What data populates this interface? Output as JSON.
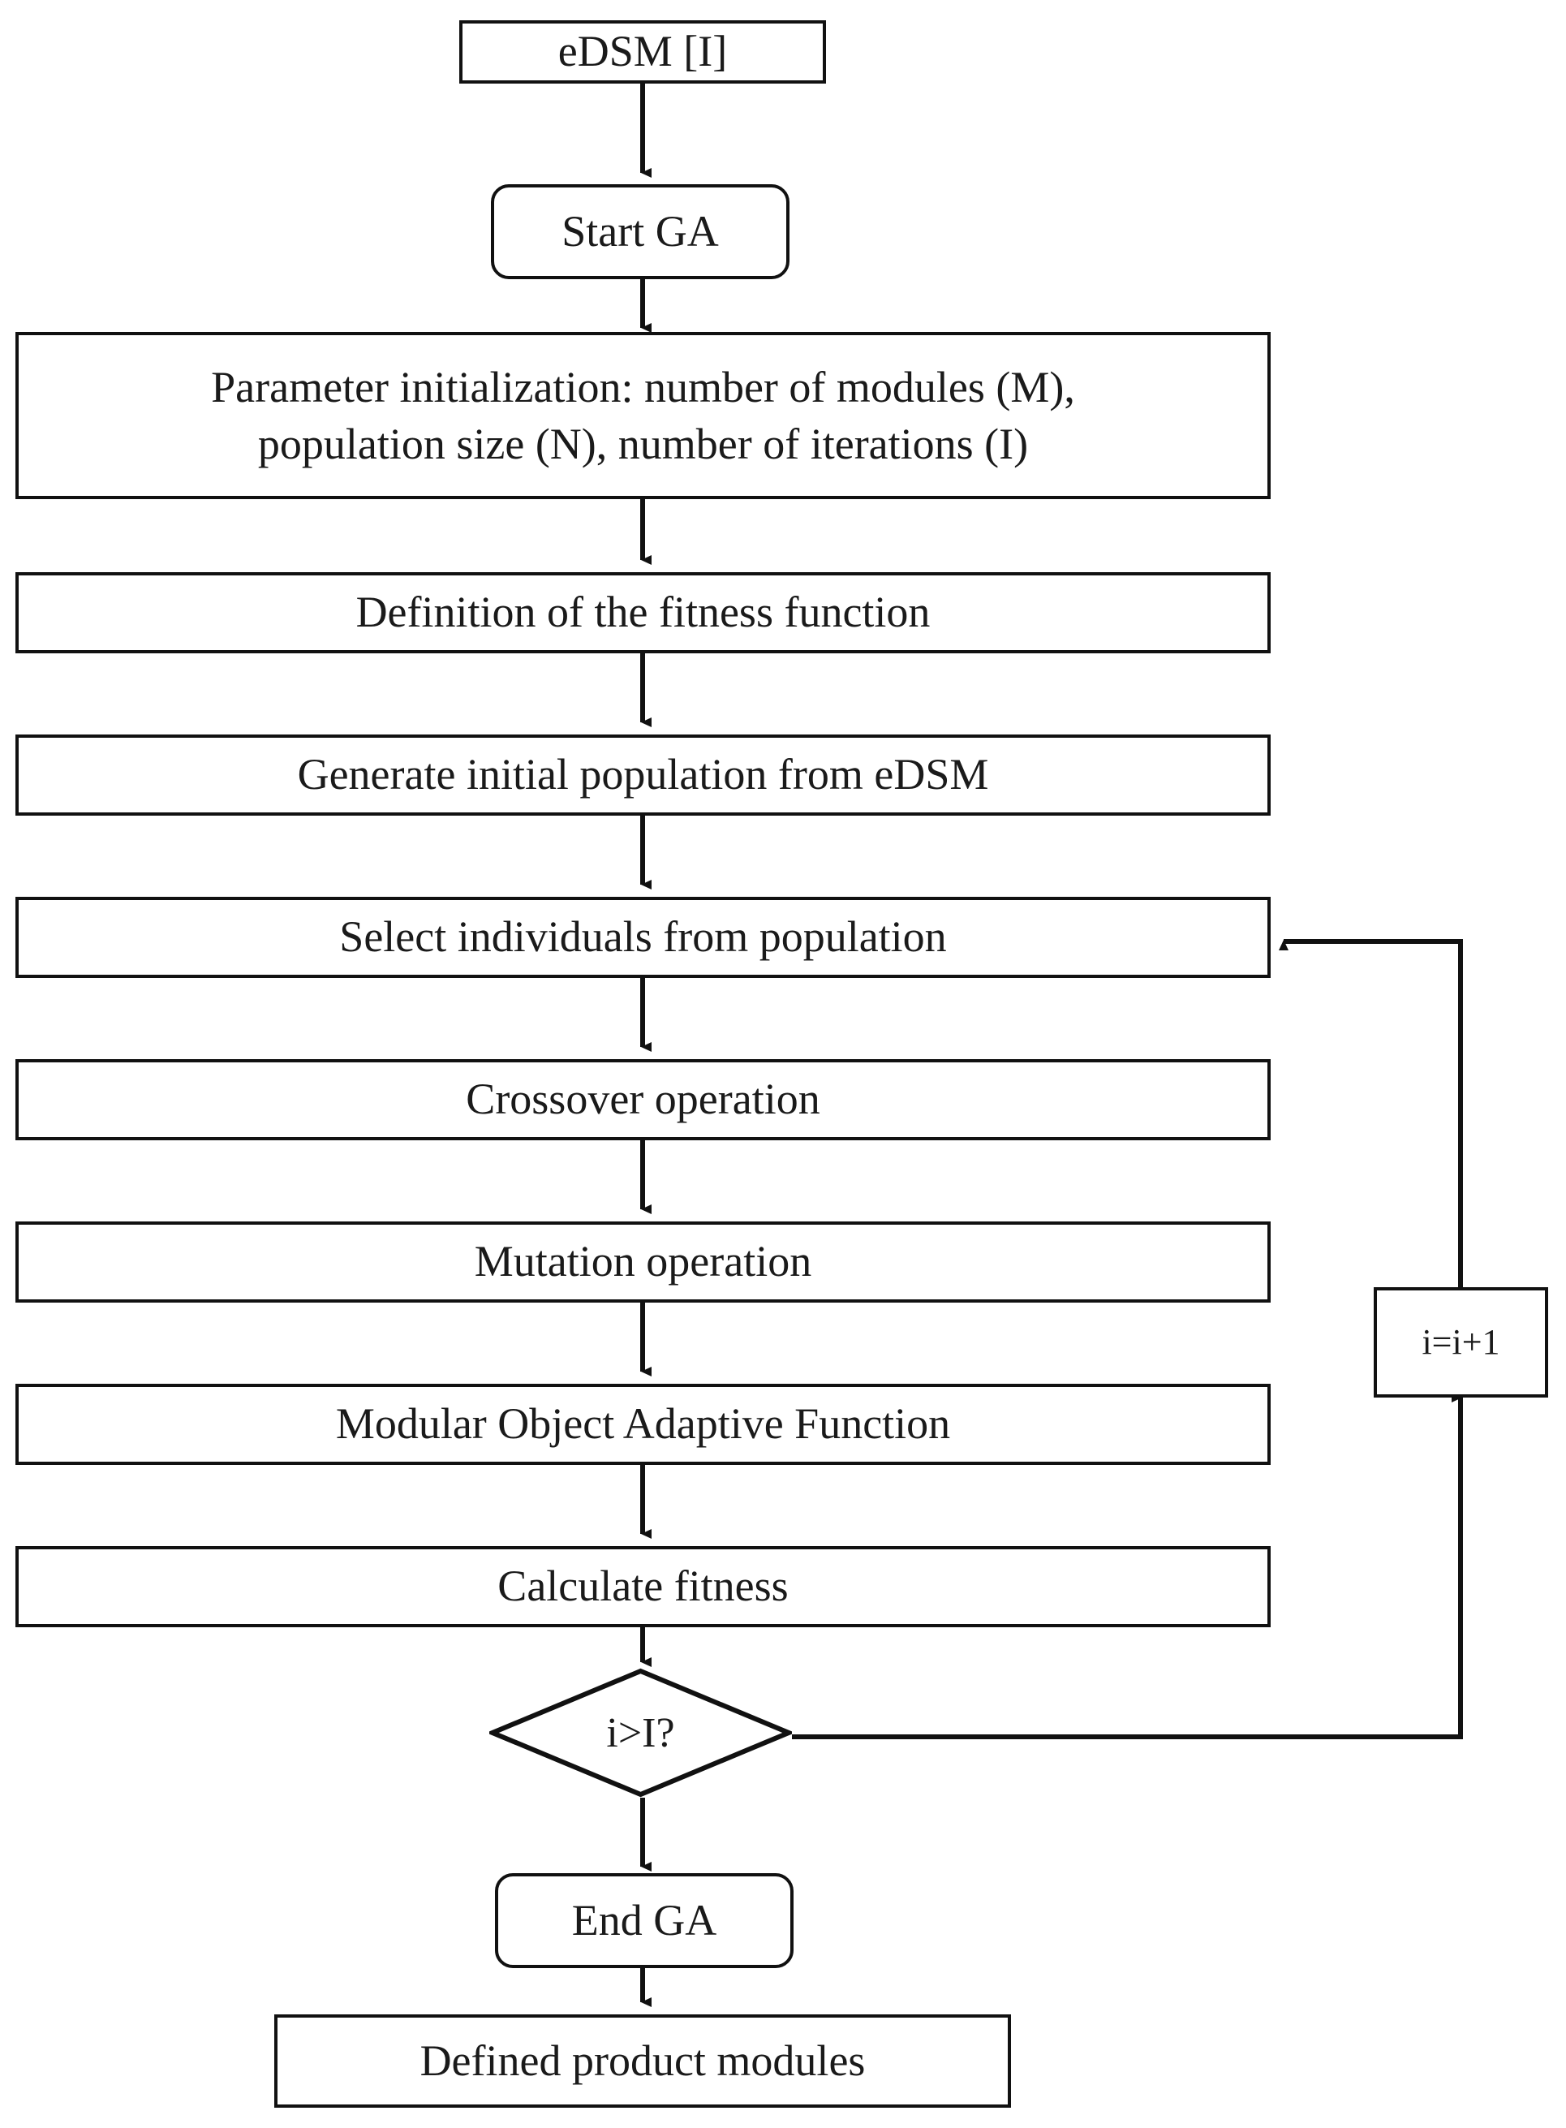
{
  "diagram": {
    "title": "Genetic Algorithm flowchart for product module definition",
    "stroke_color": "#111111",
    "fill_color": "#ffffff",
    "nodes": [
      {
        "id": "edsm",
        "label": "eDSM [I]",
        "shape": "rectangle"
      },
      {
        "id": "start_ga",
        "label": "Start GA",
        "shape": "rounded-rectangle"
      },
      {
        "id": "param_init",
        "label": "Parameter initialization: number of modules (M), population size (N), number of iterations (I)",
        "shape": "rectangle"
      },
      {
        "id": "fitness_def",
        "label": "Definition of the fitness function",
        "shape": "rectangle"
      },
      {
        "id": "gen_pop",
        "label": "Generate initial population from eDSM",
        "shape": "rectangle"
      },
      {
        "id": "select",
        "label": "Select individuals from population",
        "shape": "rectangle"
      },
      {
        "id": "crossover",
        "label": "Crossover operation",
        "shape": "rectangle"
      },
      {
        "id": "mutation",
        "label": "Mutation operation",
        "shape": "rectangle"
      },
      {
        "id": "moaf",
        "label": "Modular Object Adaptive Function",
        "shape": "rectangle"
      },
      {
        "id": "calc_fit",
        "label": "Calculate fitness",
        "shape": "rectangle"
      },
      {
        "id": "decision",
        "label": "i>I?",
        "shape": "diamond"
      },
      {
        "id": "increment",
        "label": "i=i+1",
        "shape": "rectangle"
      },
      {
        "id": "end_ga",
        "label": "End GA",
        "shape": "rounded-rectangle"
      },
      {
        "id": "result",
        "label": "Defined product modules",
        "shape": "rectangle"
      }
    ],
    "param_init_lines": [
      "Parameter initialization: number of modules (M),",
      "population size (N), number of iterations (I)"
    ],
    "edges": [
      {
        "from": "edsm",
        "to": "start_ga",
        "type": "straight-down"
      },
      {
        "from": "start_ga",
        "to": "param_init",
        "type": "straight-down"
      },
      {
        "from": "param_init",
        "to": "fitness_def",
        "type": "straight-down"
      },
      {
        "from": "fitness_def",
        "to": "gen_pop",
        "type": "straight-down"
      },
      {
        "from": "gen_pop",
        "to": "select",
        "type": "straight-down"
      },
      {
        "from": "select",
        "to": "crossover",
        "type": "straight-down"
      },
      {
        "from": "crossover",
        "to": "mutation",
        "type": "straight-down"
      },
      {
        "from": "mutation",
        "to": "moaf",
        "type": "straight-down"
      },
      {
        "from": "moaf",
        "to": "calc_fit",
        "type": "straight-down"
      },
      {
        "from": "calc_fit",
        "to": "decision",
        "type": "straight-down"
      },
      {
        "from": "decision",
        "to": "increment",
        "type": "right-then-up"
      },
      {
        "from": "increment",
        "to": "select",
        "type": "up-then-left"
      },
      {
        "from": "decision",
        "to": "end_ga",
        "type": "straight-down"
      },
      {
        "from": "end_ga",
        "to": "result",
        "type": "straight-down"
      }
    ]
  }
}
